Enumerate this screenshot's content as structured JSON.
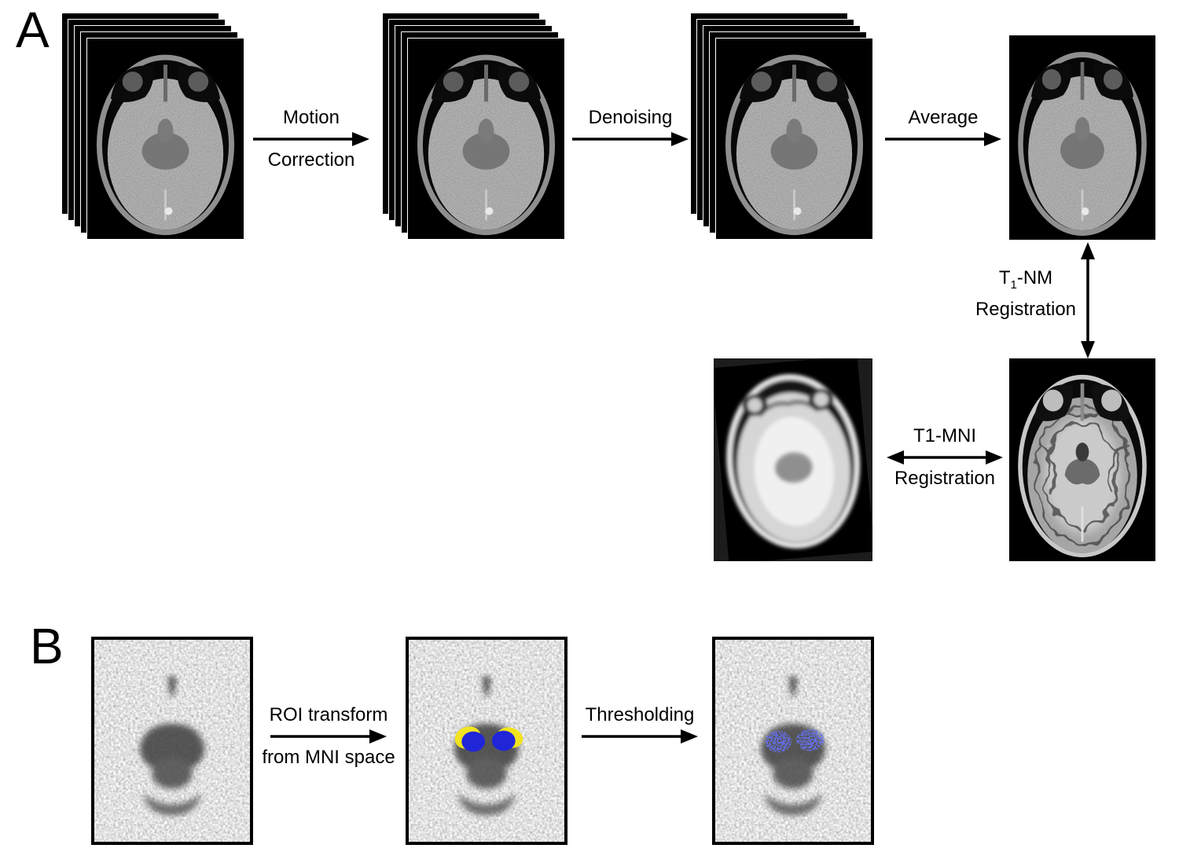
{
  "figure": {
    "panel_a": "A",
    "panel_b": "B"
  },
  "labels": {
    "motion_line1": "Motion",
    "motion_line2": "Correction",
    "denoising": "Denoising",
    "average": "Average",
    "t1nm_t": "T",
    "t1nm_sub": "1",
    "t1nm_rest": "-NM",
    "registration": "Registration",
    "t1mni": "T1-MNI",
    "roi_line1": "ROI transform",
    "roi_line2": "from MNI space",
    "thresholding": "Thresholding",
    "empty": ""
  },
  "colors": {
    "roi_blue": "#2026d8",
    "roi_yellow": "#f2e31f",
    "arrow": "#000000",
    "background": "#ffffff"
  }
}
